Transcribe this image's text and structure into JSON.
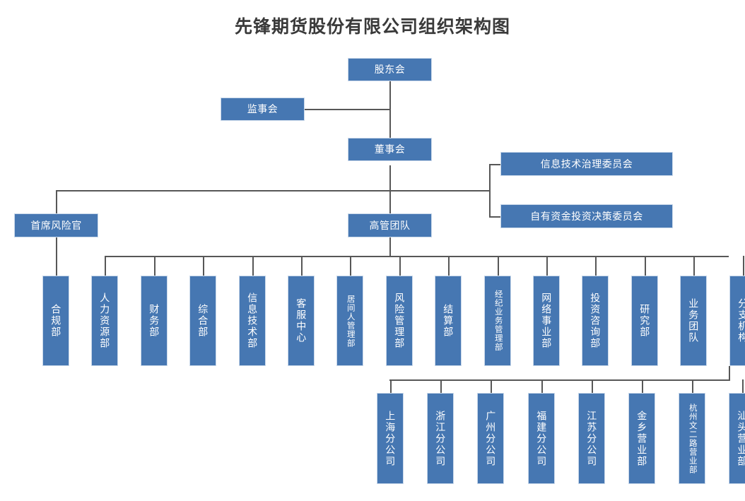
{
  "title": "先锋期货股份有限公司组织架构图",
  "theme": {
    "node_fill": "#4677B2",
    "node_border": "#c9d8ea",
    "node_text": "#ffffff",
    "connector": "#575757",
    "background": "#ffffff",
    "title_color": "#3a3a3a"
  },
  "chart_data": {
    "type": "diagram",
    "subtype": "organization-chart",
    "title": "先锋期货股份有限公司组织架构图",
    "orientation": "top-down",
    "levels": [
      {
        "name": "governance",
        "nodes": [
          "股东会"
        ]
      },
      {
        "name": "supervision",
        "nodes": [
          "监事会"
        ]
      },
      {
        "name": "board",
        "nodes": [
          "董事会"
        ]
      },
      {
        "name": "committees",
        "nodes": [
          "信息技术治理委员会",
          "自有资金投资决策委员会"
        ]
      },
      {
        "name": "executive",
        "nodes": [
          "首席风险官",
          "高管团队"
        ]
      },
      {
        "name": "departments",
        "nodes": [
          "合规部",
          "人力资源部",
          "财务部",
          "综合部",
          "信息技术部",
          "客服中心",
          "居间人管理部",
          "风险管理部",
          "结算部",
          "经纪业务管理部",
          "网络事业部",
          "投资咨询部",
          "研究部",
          "业务团队",
          "分支机构"
        ]
      },
      {
        "name": "branches",
        "nodes": [
          "上海分公司",
          "浙江分公司",
          "广州分公司",
          "福建分公司",
          "江苏分公司",
          "金乡营业部",
          "杭州文二路营业部",
          "汕头营业部"
        ]
      }
    ],
    "edges": [
      {
        "from": "股东会",
        "to": "监事会"
      },
      {
        "from": "股东会",
        "to": "董事会"
      },
      {
        "from": "董事会",
        "to": "信息技术治理委员会"
      },
      {
        "from": "董事会",
        "to": "自有资金投资决策委员会"
      },
      {
        "from": "董事会",
        "to": "首席风险官"
      },
      {
        "from": "董事会",
        "to": "高管团队"
      },
      {
        "from": "首席风险官",
        "to": "合规部"
      },
      {
        "from": "高管团队",
        "to": "人力资源部"
      },
      {
        "from": "高管团队",
        "to": "财务部"
      },
      {
        "from": "高管团队",
        "to": "综合部"
      },
      {
        "from": "高管团队",
        "to": "信息技术部"
      },
      {
        "from": "高管团队",
        "to": "客服中心"
      },
      {
        "from": "高管团队",
        "to": "居间人管理部"
      },
      {
        "from": "高管团队",
        "to": "风险管理部"
      },
      {
        "from": "高管团队",
        "to": "结算部"
      },
      {
        "from": "高管团队",
        "to": "经纪业务管理部"
      },
      {
        "from": "高管团队",
        "to": "网络事业部"
      },
      {
        "from": "高管团队",
        "to": "投资咨询部"
      },
      {
        "from": "高管团队",
        "to": "研究部"
      },
      {
        "from": "高管团队",
        "to": "业务团队"
      },
      {
        "from": "高管团队",
        "to": "分支机构"
      },
      {
        "from": "分支机构",
        "to": "上海分公司"
      },
      {
        "from": "分支机构",
        "to": "浙江分公司"
      },
      {
        "from": "分支机构",
        "to": "广州分公司"
      },
      {
        "from": "分支机构",
        "to": "福建分公司"
      },
      {
        "from": "分支机构",
        "to": "江苏分公司"
      },
      {
        "from": "分支机构",
        "to": "金乡营业部"
      },
      {
        "from": "分支机构",
        "to": "杭州文二路营业部"
      },
      {
        "from": "分支机构",
        "to": "汕头营业部"
      }
    ]
  },
  "nodes": {
    "shareholders": "股东会",
    "supervisory": "监事会",
    "board": "董事会",
    "it_committee": "信息技术治理委员会",
    "fund_committee": "自有资金投资决策委员会",
    "cro": "首席风险官",
    "exec_team": "高管团队",
    "departments": [
      "合规部",
      "人力资源部",
      "财务部",
      "综合部",
      "信息技术部",
      "客服中心",
      "居间人管理部",
      "风险管理部",
      "结算部",
      "经纪业务管理部",
      "网络事业部",
      "投资咨询部",
      "研究部",
      "业务团队",
      "分支机构"
    ],
    "branches": [
      "上海分公司",
      "浙江分公司",
      "广州分公司",
      "福建分公司",
      "江苏分公司",
      "金乡营业部",
      "杭州文二路营业部",
      "汕头营业部"
    ]
  }
}
